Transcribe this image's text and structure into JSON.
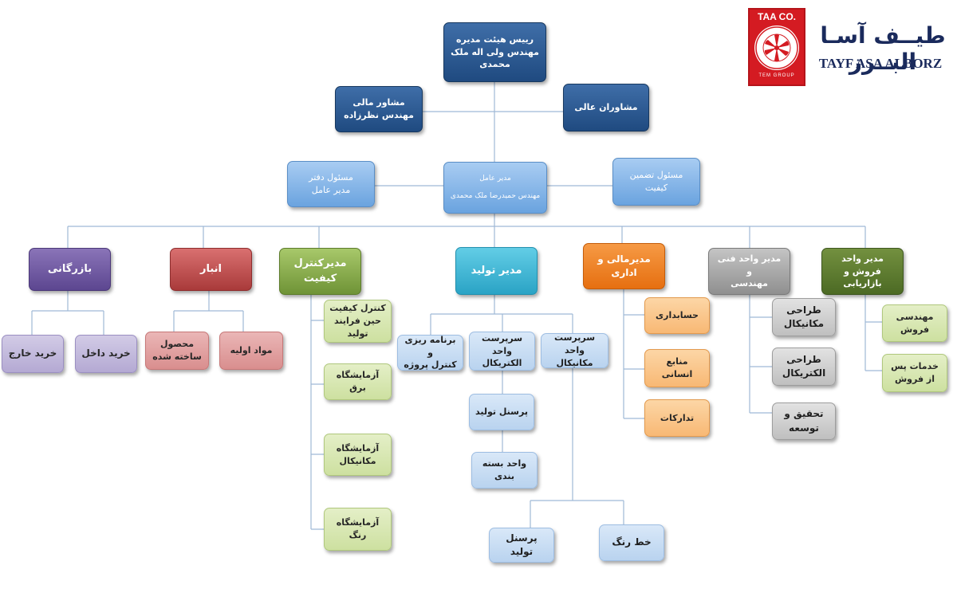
{
  "logo": {
    "emblem_title": "TAA CO.",
    "emblem_ring_text": "TAYF ASA ALBORZ CO.",
    "emblem_footer": "TEM GROUP",
    "name_fa": "طیــف آسـا البــرز",
    "name_en": "TAYF ASA ALBORZ",
    "primary_color": "#d41b22",
    "text_color": "#1a2a5c"
  },
  "org": {
    "board_chair": {
      "title": "رییس هیئت مدیره",
      "name": "مهندس ولی اله ملک",
      "name2": "محمدی"
    },
    "financial_advisor": {
      "title": "مشاور مالی",
      "name": "مهندس نظرزاده"
    },
    "senior_advisors": {
      "title": "مشاوران عالی"
    },
    "ceo": {
      "title": "مدیر عامل",
      "name": "مهندس حمیدرضا ملک محمدی"
    },
    "ceo_office": {
      "title": "مسئول دفتر",
      "name": "مدیر عامل"
    },
    "quality_assurance": {
      "title": "مسئول تضمین",
      "name": "کیفیت"
    },
    "departments": {
      "commerce": {
        "title": "بازرگانی",
        "children": [
          "خرید خارج",
          "خرید داخل"
        ]
      },
      "warehouse": {
        "title": "انبار",
        "children": [
          "محصول ساخته شده",
          "مواد اولیه"
        ]
      },
      "quality_control": {
        "title": "مدیرکنترل",
        "title2": "کیفیت",
        "children": [
          "کنترل کیفیت حین فرایند تولید",
          "آزمایشگاه برق",
          "آزمایشگاه مکانیکال",
          "آزمایشگاه رنگ"
        ]
      },
      "production": {
        "title": "مدیر تولید",
        "planning": {
          "line1": "برنامه ریزی و",
          "line2": "کنترل پروژه"
        },
        "electrical_supervisor": {
          "line1": "سرپرست واحد",
          "line2": "الکتریکال"
        },
        "mechanical_supervisor": {
          "line1": "سرپرست واحد",
          "line2": "مکانیکال"
        },
        "electrical_children": [
          "پرسنل تولید",
          "واحد بسته بندی"
        ],
        "mechanical_children": [
          "پرسنل تولید",
          "خط رنگ"
        ]
      },
      "finance_admin": {
        "title": "مدیرمالی و اداری",
        "children": [
          "حسابداری",
          "منابع انسانی",
          "تدارکات"
        ]
      },
      "technical": {
        "title": "مدیر واحد فنی و",
        "title2": "مهندسی",
        "children": [
          "طراحی مکانیکال",
          "طراحی الکتریکال",
          "تحقیق و توسعه"
        ]
      },
      "sales": {
        "title": "مدیر واحد فروش و",
        "title2": "بازاریابی",
        "children": [
          "مهندسی فروش",
          "خدمات پس از فروش"
        ]
      }
    }
  }
}
